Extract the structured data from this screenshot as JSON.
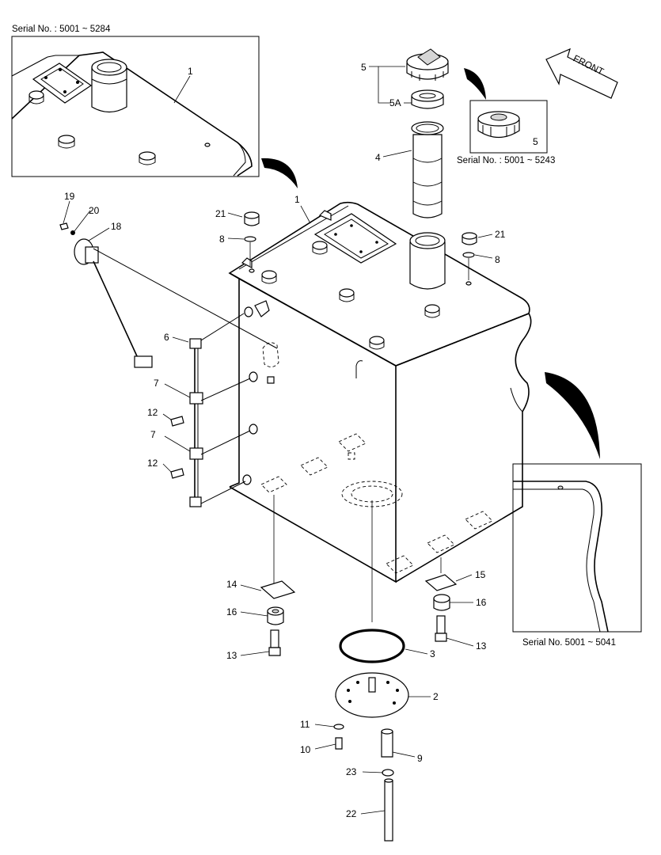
{
  "serial_notes": {
    "top_left": "Serial No. : 5001 ~ 5284",
    "cap_detail": "Serial No. : 5001 ~ 5243",
    "right_detail": "Serial No. 5001 ~ 5041"
  },
  "direction_label": "FRONT",
  "callouts": {
    "c1_detail": "1",
    "c1_tank": "1",
    "c2": "2",
    "c3": "3",
    "c4": "4",
    "c5_top": "5",
    "c5a": "5A",
    "c5_detail": "5",
    "c6": "6",
    "c7a": "7",
    "c7b": "7",
    "c8a": "8",
    "c8b": "8",
    "c9": "9",
    "c10": "10",
    "c11": "11",
    "c12a": "12",
    "c12b": "12",
    "c13a": "13",
    "c13b": "13",
    "c14": "14",
    "c15": "15",
    "c16a": "16",
    "c16b": "16",
    "c18": "18",
    "c19": "19",
    "c20": "20",
    "c21a": "21",
    "c21b": "21",
    "c22": "22",
    "c23": "23"
  }
}
